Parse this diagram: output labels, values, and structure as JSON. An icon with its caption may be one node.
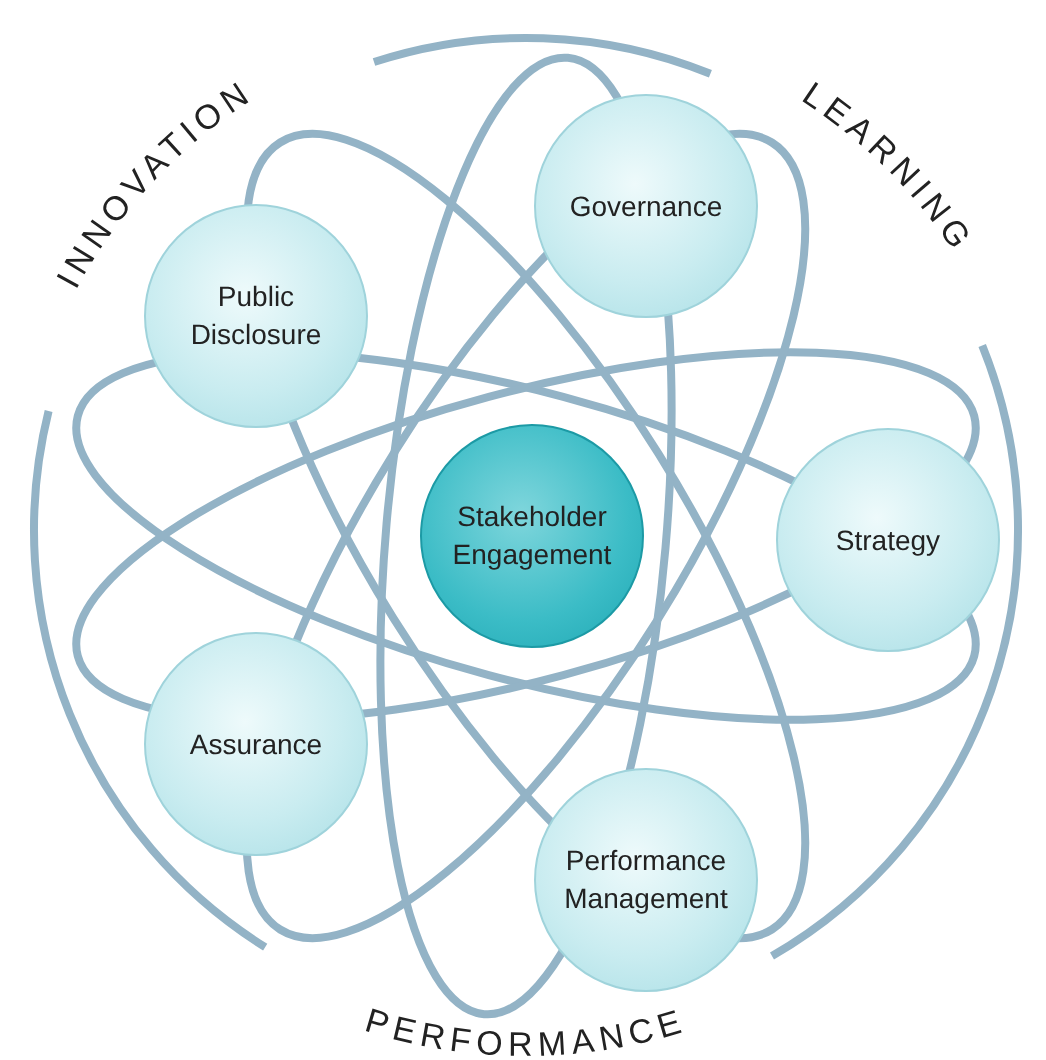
{
  "diagram": {
    "nodes": [
      {
        "text": [
          "Governance"
        ]
      },
      {
        "text": [
          "Public Disclosure"
        ]
      },
      {
        "text": [
          "Stakeholder Engagement"
        ]
      },
      {
        "text": [
          "Strategy"
        ]
      },
      {
        "text": [
          "Assurance"
        ]
      },
      {
        "text": [
          "Performance Management"
        ]
      }
    ],
    "labels": [
      "INNOVATION",
      "LEARNING",
      "PERFORMANCE"
    ]
  }
}
